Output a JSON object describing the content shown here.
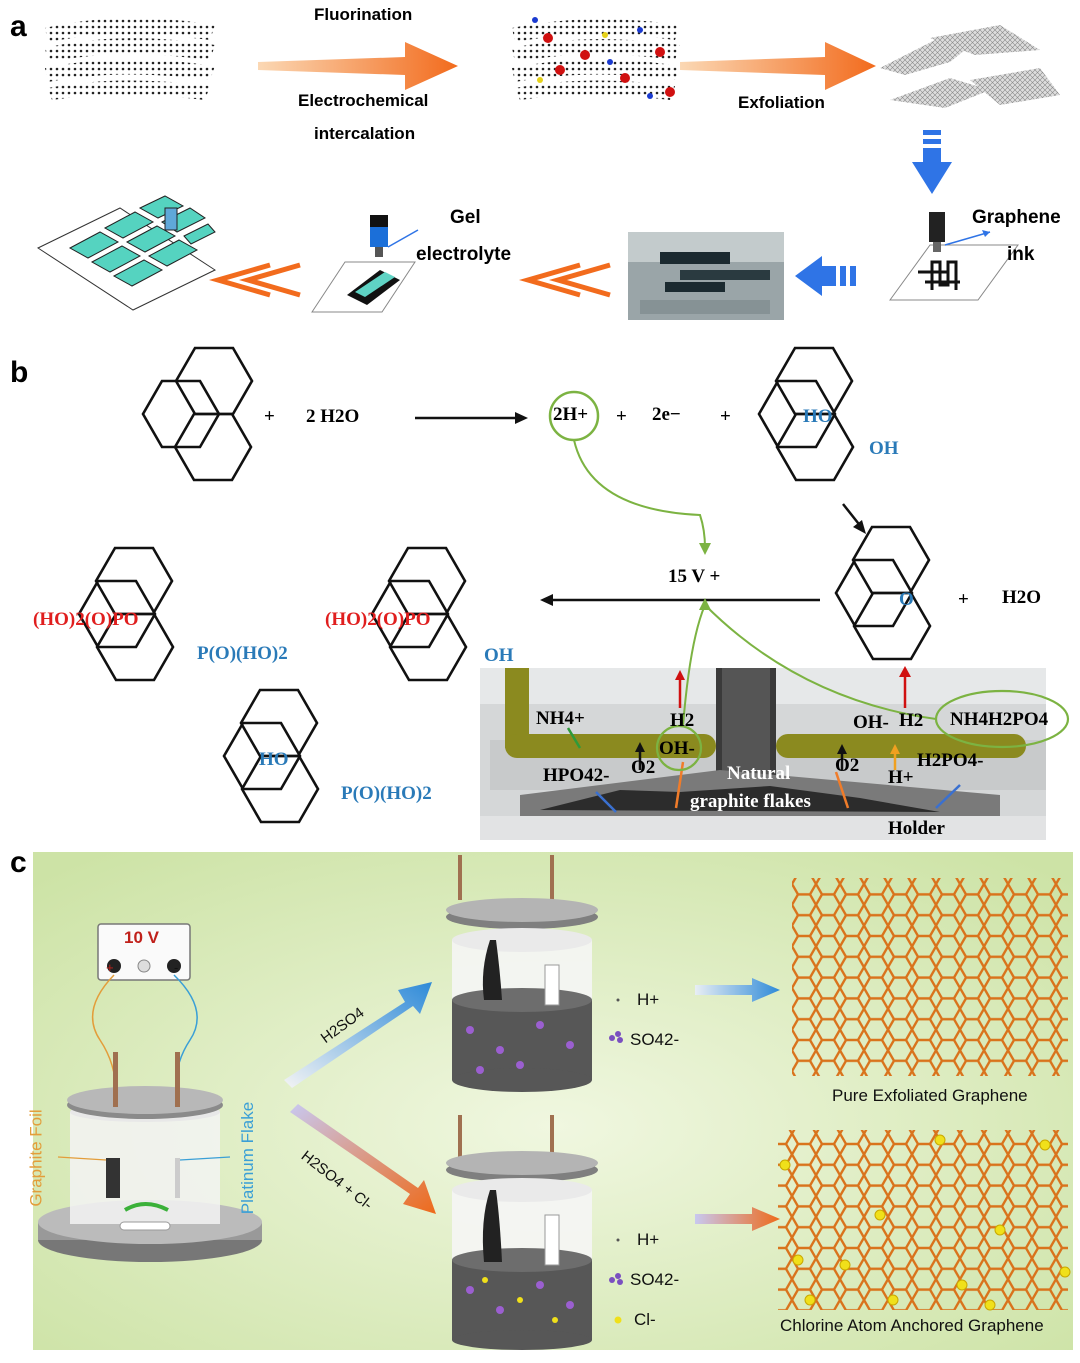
{
  "panel_a": {
    "letter": "a",
    "fluorination": "Fluorination",
    "electrochemical": "Electrochemical",
    "intercalation": "intercalation",
    "exfoliation": "Exfoliation",
    "gel": "Gel",
    "electrolyte": "electrolyte",
    "graphene": "Graphene",
    "ink": "ink"
  },
  "panel_b": {
    "letter": "b",
    "plus": "+",
    "water": "2 H2O",
    "protons": "2H+",
    "electrons": "2e−",
    "ho": "HO",
    "oh": "OH",
    "voltage": "15 V +",
    "o_bridge": "O",
    "h2o": "H2O",
    "hoopo": "(HO)2(O)PO",
    "po_ho2": "P(O)(HO)2",
    "nh4": "NH4+",
    "h2_left": "H2",
    "oh_minus": "OH-",
    "hpo4": "HPO42-",
    "o2_left": "O2",
    "natural": "Natural",
    "flakes": "graphite flakes",
    "oh_minus_right": "OH-",
    "h2_right": "H2",
    "nh4h2po4": "NH4H2PO4",
    "o2_right": "O2",
    "h_plus": "H+",
    "h2po4": "H2PO4-",
    "holder": "Holder"
  },
  "panel_c": {
    "letter": "c",
    "voltage": "10 V",
    "plus_sign": "+",
    "minus_sign": "-",
    "graphite_foil": "Graphite Foil",
    "platinum_flake": "Platinum Flake",
    "h2so4": "H2SO4",
    "h2so4_cl": "H2SO4 + Cl-",
    "h_plus_top": "H+",
    "so4_top": "SO42-",
    "h_plus_bottom": "H+",
    "so4_bottom": "SO42-",
    "cl_minus": "Cl-",
    "pure_graphene": "Pure Exfoliated Graphene",
    "chlorine_graphene": "Chlorine Atom Anchored Graphene"
  },
  "colors": {
    "orange_arrow": "#f26b1d",
    "blue_arrow": "#2f74e6",
    "green_line": "#7cb342",
    "red_text": "#e01e1e",
    "blue_text": "#2a7ab8",
    "graphene_orange": "#d9731c",
    "panel_c_bg": "#dfeec0"
  }
}
